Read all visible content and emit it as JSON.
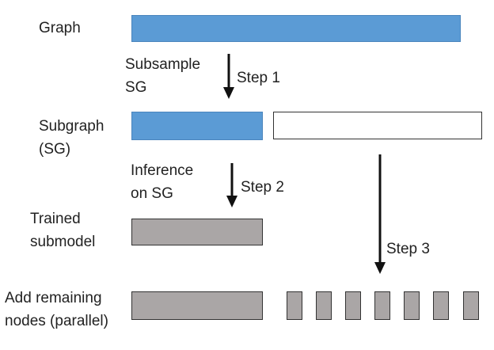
{
  "rows": {
    "graph": {
      "label": "Graph"
    },
    "subgraph": {
      "label_line1": "Subgraph",
      "label_line2": "(SG)"
    },
    "trained": {
      "label_line1": "Trained",
      "label_line2": "submodel"
    },
    "add": {
      "label_line1": "Add remaining",
      "label_line2": "nodes (parallel)"
    }
  },
  "annotations": {
    "subsample_line1": "Subsample",
    "subsample_line2": "SG",
    "inference_line1": "Inference",
    "inference_line2": "on SG"
  },
  "steps": {
    "step1": "Step 1",
    "step2": "Step 2",
    "step3": "Step 3"
  },
  "colors": {
    "blue": "#5b9bd5",
    "gray": "#aaa6a6",
    "outline": "#333333"
  }
}
